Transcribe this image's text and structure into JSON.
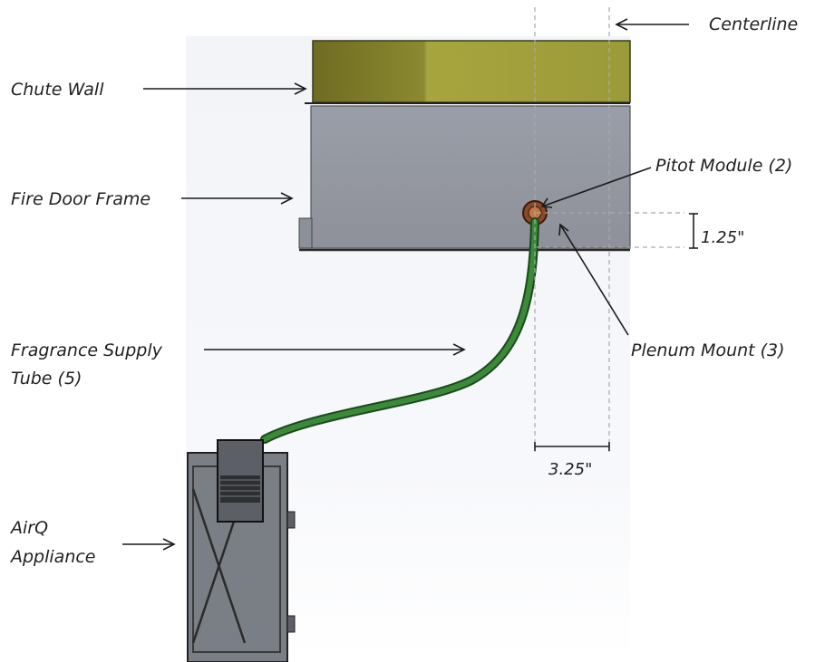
{
  "labels": {
    "centerline": "Centerline",
    "chute_wall": "Chute Wall",
    "fire_door_frame": "Fire Door Frame",
    "pitot_module": "Pitot Module (2)",
    "plenum_mount": "Plenum Mount (3)",
    "fragrance_supply_tube_line1": "Fragrance Supply",
    "fragrance_supply_tube_line2": "Tube (5)",
    "airq_appliance_line1": "AirQ",
    "airq_appliance_line2": "Appliance"
  },
  "dimensions": {
    "vertical_offset": "1.25\"",
    "horizontal_offset": "3.25\""
  },
  "colors": {
    "chute_wall": "#8a8a2e",
    "frame": "#9a9ea6",
    "tube": "#2f7a2f",
    "appliance": "#6b6f75",
    "module": "#7a3b22"
  }
}
